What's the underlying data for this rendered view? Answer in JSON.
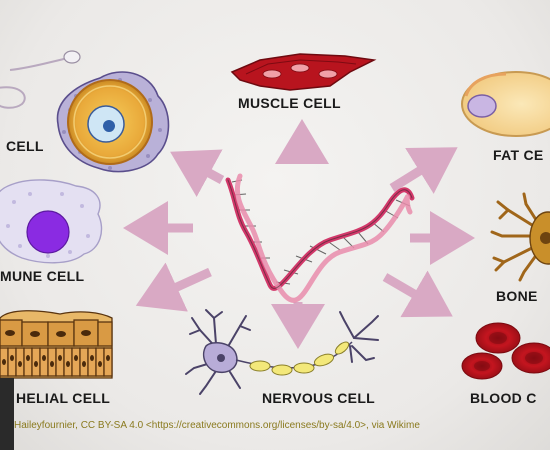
{
  "labels": {
    "stem": "CELL",
    "muscle": "MUSCLE CELL",
    "fat": "FAT CE",
    "immune": "MUNE CELL",
    "bone": "BONE",
    "epithelial": "HELIAL CELL",
    "nervous": "NERVOUS CELL",
    "blood": "BLOOD C"
  },
  "credit": "Haileyfournier, CC BY-SA 4.0 <https://creativecommons.org/licenses/by-sa/4.0>, via Wikime",
  "colors": {
    "arrow": "#d9a9c4",
    "dna_pink": "#d2386a",
    "muscle_red": "#b8141e",
    "blood_red": "#c4151f",
    "immune_purple": "#8a2be2",
    "fat_yellow": "#f6d79a",
    "bone_brown": "#a0661a"
  }
}
